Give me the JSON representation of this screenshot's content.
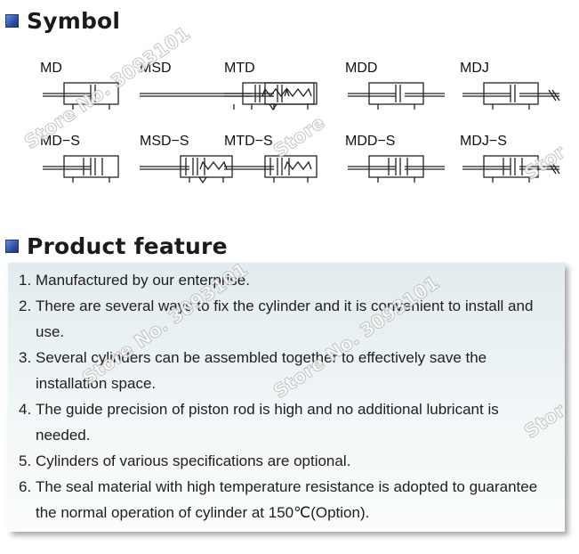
{
  "symbol_section": {
    "title": "Symbol",
    "icon": "square-bullet-icon"
  },
  "symbols": [
    {
      "id": "md",
      "label": "MD"
    },
    {
      "id": "msd",
      "label": "MSD"
    },
    {
      "id": "mtd",
      "label": "MTD"
    },
    {
      "id": "mdd",
      "label": "MDD"
    },
    {
      "id": "mdj",
      "label": "MDJ"
    },
    {
      "id": "md-s",
      "label": "MD−S"
    },
    {
      "id": "msd-s",
      "label": "MSD−S"
    },
    {
      "id": "mtd-s",
      "label": "MTD−S"
    },
    {
      "id": "mdd-s",
      "label": "MDD−S"
    },
    {
      "id": "mdj-s",
      "label": "MDJ−S"
    }
  ],
  "feature_section": {
    "title": "Product feature",
    "icon": "square-bullet-icon"
  },
  "features": [
    {
      "num": "1.",
      "text": "Manufactured by our enterprise."
    },
    {
      "num": "2.",
      "text": "There are several ways to fix the cylinder and it is convenient to install and use."
    },
    {
      "num": "3.",
      "text": "Several cylinders can be assembled together to  effectively save the installation space."
    },
    {
      "num": "4.",
      "text": "The guide precision of piston rod is high and no additional lubricant is needed."
    },
    {
      "num": "5.",
      "text": "Cylinders of various specifications are optional."
    },
    {
      "num": "6.",
      "text": "The seal material with high temperature resistance is adopted to guarantee the normal operation of cylinder at 150℃(Option)."
    }
  ],
  "watermarks": [
    "Store No. 3093101",
    "Store",
    "Stor"
  ],
  "colors": {
    "icon": "#2d4fa8",
    "panel_top": "#e2ebee",
    "panel_bottom": "#fbfdfd",
    "text": "#1e1e1e"
  }
}
